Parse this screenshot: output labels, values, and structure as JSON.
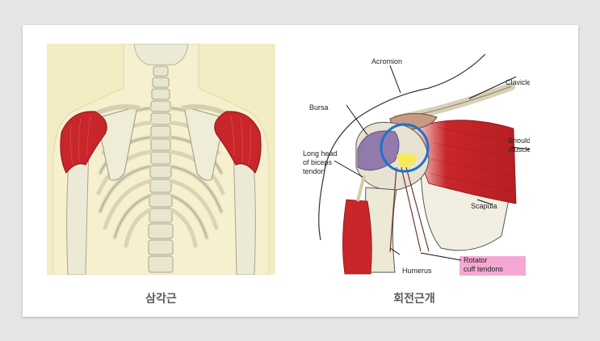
{
  "captions": {
    "left": "삼각근",
    "right": "회전근개"
  },
  "labels": {
    "acromion": "Acromion",
    "clavicle": "Clavicle",
    "bursa": "Bursa",
    "shoulder_1": "Shoulder",
    "shoulder_2": "muscles",
    "biceps_1": "Long head",
    "biceps_2": "of biceps",
    "biceps_3": "tendon",
    "scapula": "Scapula",
    "rotator_1": "Rotator",
    "rotator_2": "cuff tendons",
    "humerus": "Humerus"
  },
  "colors": {
    "muscle": "#c8262a",
    "bone": "#efedd8",
    "background_skin": "#f3edc4",
    "highlight_ring": "#1e73c8",
    "label_pink": "#f5a8d4"
  }
}
